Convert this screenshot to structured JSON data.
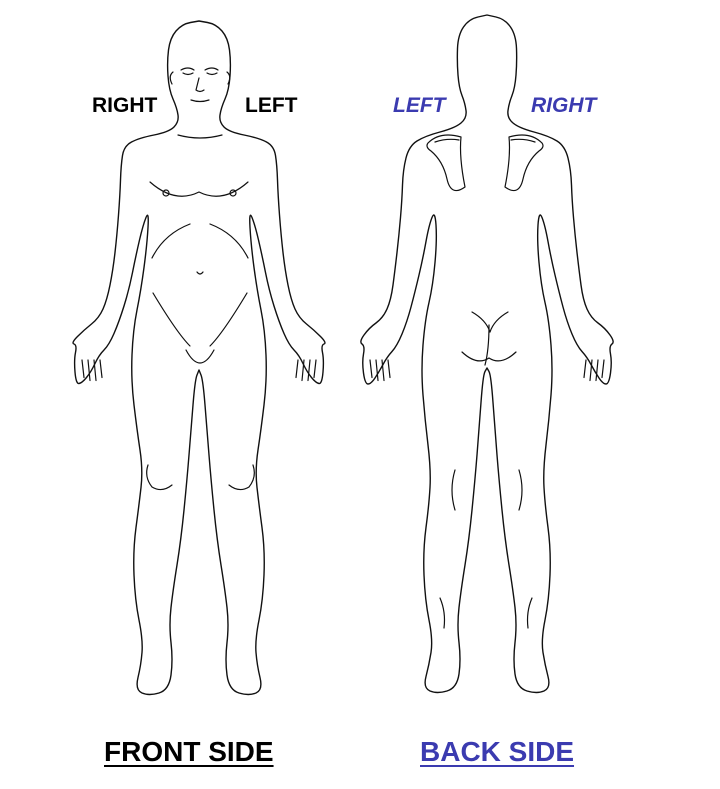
{
  "colors": {
    "front_text": "#000000",
    "back_text": "#3b3bb0",
    "outline": "#111111",
    "background": "#ffffff"
  },
  "front": {
    "title": "FRONT SIDE",
    "right_label": "RIGHT",
    "left_label": "LEFT"
  },
  "back": {
    "title": "BACK SIDE",
    "left_label": "LEFT",
    "right_label": "RIGHT"
  }
}
